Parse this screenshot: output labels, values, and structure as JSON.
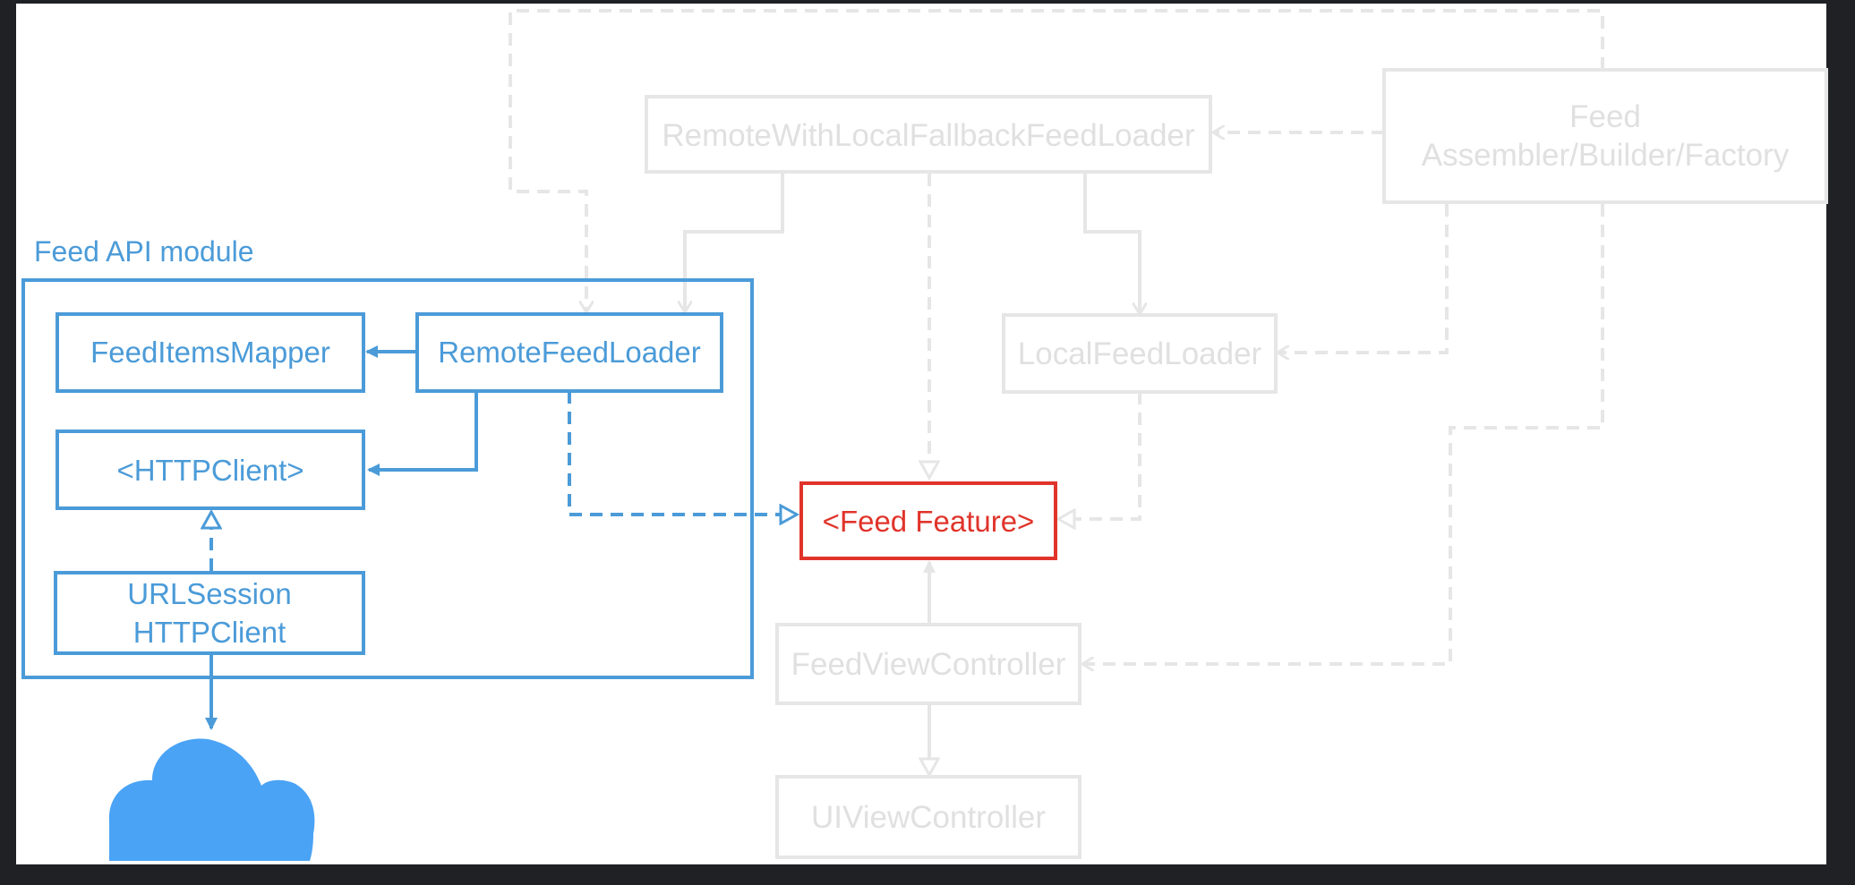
{
  "module": {
    "label": "Feed API module"
  },
  "nodes": {
    "remote_with_local_fallback": "RemoteWithLocalFallbackFeedLoader",
    "assembler_line1": "Feed",
    "assembler_line2": "Assembler/Builder/Factory",
    "feed_items_mapper": "FeedItemsMapper",
    "remote_feed_loader": "RemoteFeedLoader",
    "local_feed_loader": "LocalFeedLoader",
    "http_client": "<HTTPClient>",
    "feed_feature": "<Feed Feature>",
    "urlsession_line1": "URLSession",
    "urlsession_line2": "HTTPClient",
    "feed_view_controller": "FeedViewController",
    "ui_view_controller": "UIViewController"
  },
  "colors": {
    "background_outer": "#1f2125",
    "canvas": "#ffffff",
    "active_blue": "#4b9bd8",
    "highlight_red": "#e0342b",
    "faded_gray": "#e6e6e6",
    "faded_text": "#e0e0e0",
    "cloud_blue": "#4aa3f5"
  },
  "icons": {
    "cloud": "cloud-icon"
  }
}
